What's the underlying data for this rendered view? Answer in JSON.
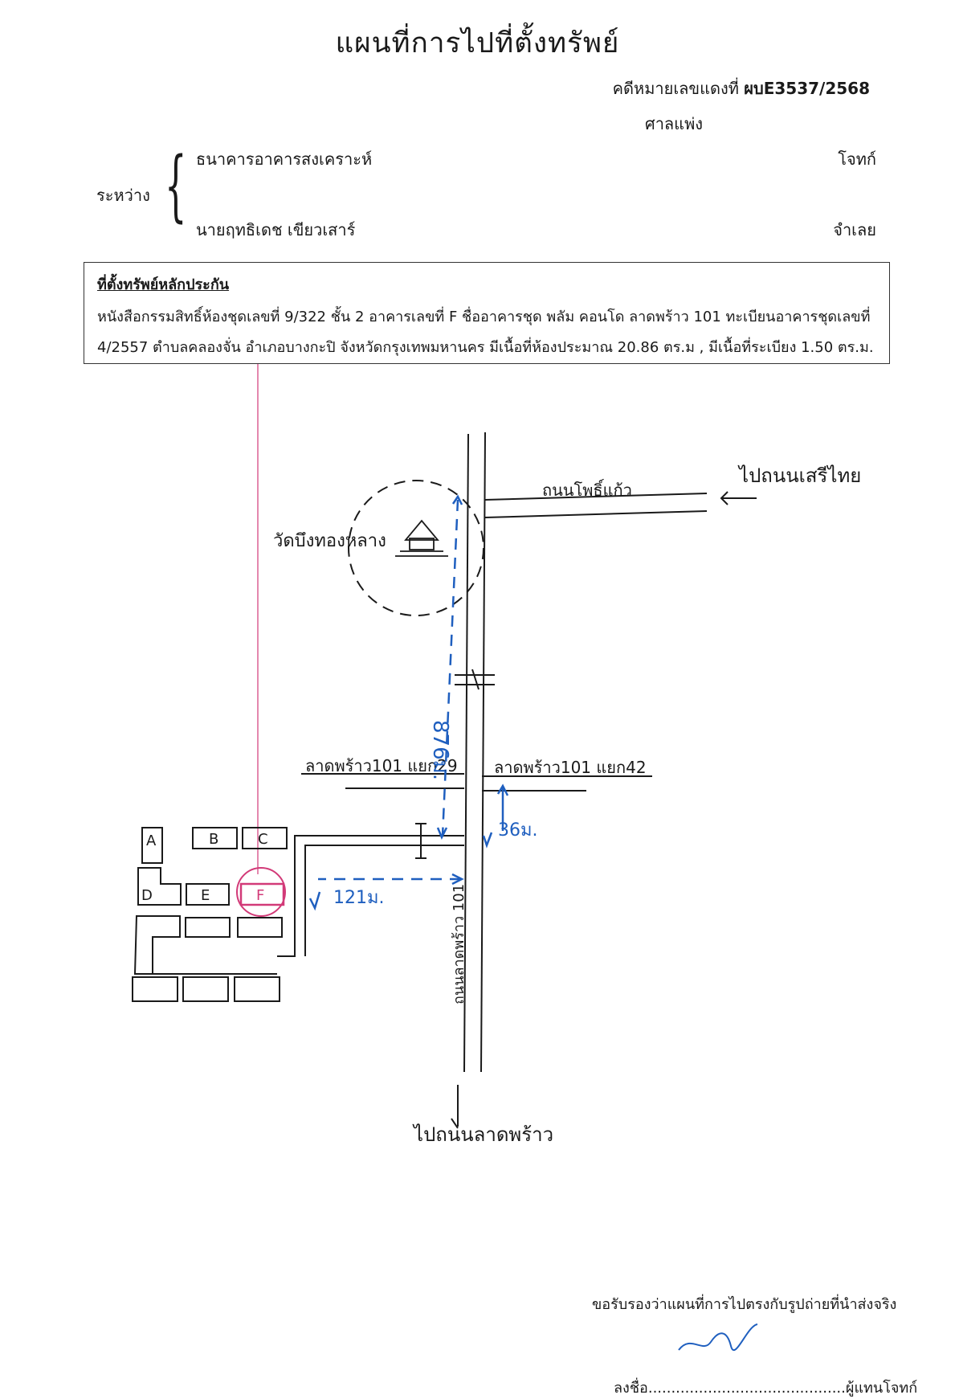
{
  "title": "แผนที่การไปที่ตั้งทรัพย์",
  "case": {
    "prefix": "คดีหมายเลขแดงที่",
    "number": "ผบE3537/2568"
  },
  "court": "ศาลแพ่ง",
  "parties": {
    "between_label": "ระหว่าง",
    "plaintiff": "ธนาคารอาคารสงเคราะห์",
    "plaintiff_role": "โจทก์",
    "defendant": "นายฤทธิเดช  เขียวเสาร์",
    "defendant_role": "จำเลย"
  },
  "collateral": {
    "heading": "ที่ตั้งทรัพย์หลักประกัน",
    "line1": "หนังสือกรรมสิทธิ์ห้องชุดเลขที่ 9/322  ชั้น 2  อาคารเลขที่ F  ชื่ออาคารชุด พลัม คอนโด ลาดพร้าว 101 ทะเบียนอาคารชุดเลขที่",
    "line2": "4/2557 ตำบลคลองจั่น อำเภอบางกะปิ จังหวัดกรุงเทพมหานคร  มีเนื้อที่ห้องประมาณ 20.86 ตร.ม , มีเนื้อที่ระเบียง 1.50 ตร.ม."
  },
  "map": {
    "road_top": "ถนนโพธิ์แก้ว",
    "to_top_right": "ไปถนนเสรีไทย",
    "temple": "วัดบึงทองหลาง",
    "dist_north": "876ม.",
    "soi_left": "ลาดพร้าว101 แยก29",
    "soi_right": "ลาดพร้าว101 แยก42",
    "main_road": "ถนนลาดพร้าว 101",
    "dist_36": "36ม.",
    "dist_121": "121ม.",
    "to_bottom": "ไปถนนลาดพร้าว",
    "buildings": [
      "A",
      "B",
      "C",
      "D",
      "E",
      "F"
    ],
    "target_building": "F",
    "colors": {
      "route": "#1f5fbf",
      "marker": "#d23a78",
      "ink": "#1a1a1a"
    }
  },
  "certification": "ขอรับรองว่าแผนที่การไปตรงกับรูปถ่ายที่นำส่งจริง",
  "signature": {
    "prefix": "ลงชื่อ...........................................",
    "role": "ผู้แทนโจทก์"
  }
}
